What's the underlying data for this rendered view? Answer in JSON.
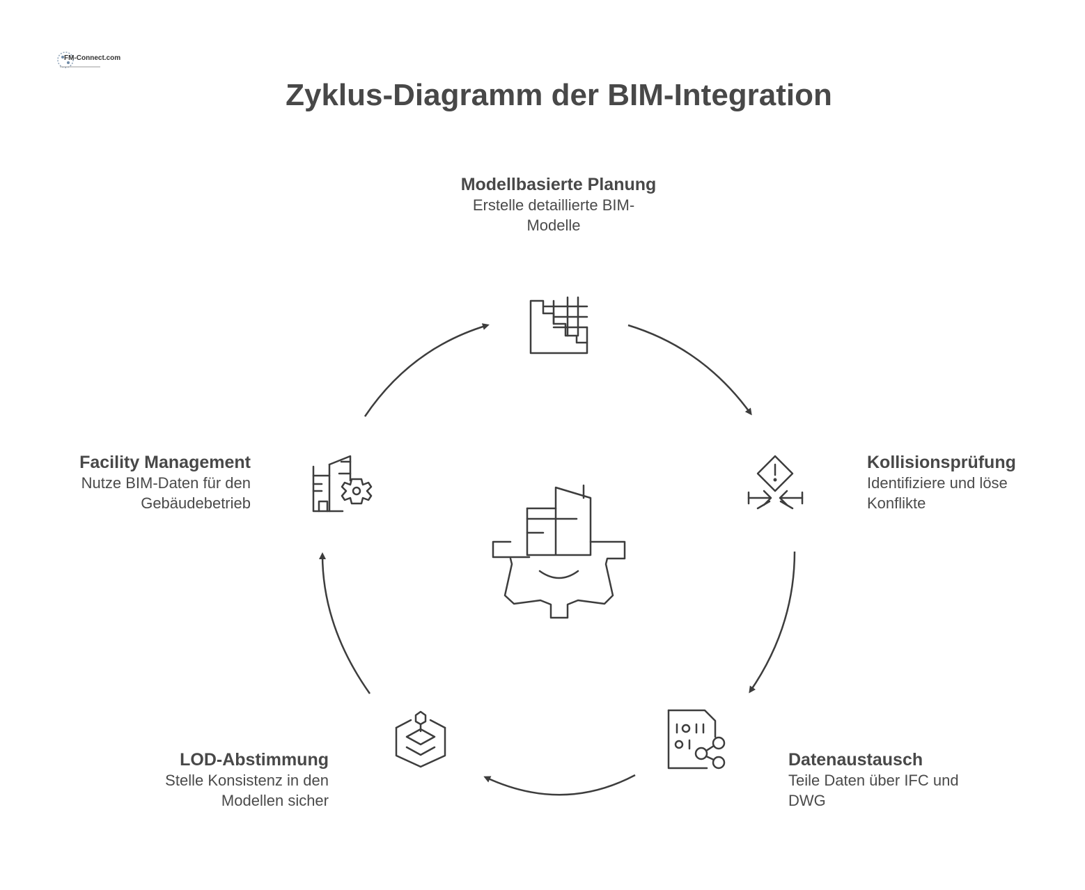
{
  "logo": {
    "text": "FM-Connect.com",
    "icon": "fm-connect-logo"
  },
  "title": "Zyklus-Diagramm der BIM-Integration",
  "center_icon": "building-gear-icon",
  "colors": {
    "stroke": "#3d3d3d",
    "text": "#4a4a4a",
    "background": "#ffffff"
  },
  "steps": [
    {
      "title": "Modellbasierte Planung",
      "description": "Erstelle detaillierte BIM-Modelle",
      "icon": "floorplan-grid-icon"
    },
    {
      "title": "Kollisionsprüfung",
      "description": "Identifiziere und löse Konflikte",
      "icon": "collision-warning-icon"
    },
    {
      "title": "Datenaustausch",
      "description": "Teile Daten über IFC und DWG",
      "icon": "binary-file-share-icon"
    },
    {
      "title": "LOD-Abstimmung",
      "description": "Stelle Konsistenz in den Modellen sicher",
      "icon": "layered-cube-icon"
    },
    {
      "title": "Facility Management",
      "description": "Nutze BIM-Daten für den Gebäudebetrieb",
      "icon": "building-gear-small-icon"
    }
  ]
}
